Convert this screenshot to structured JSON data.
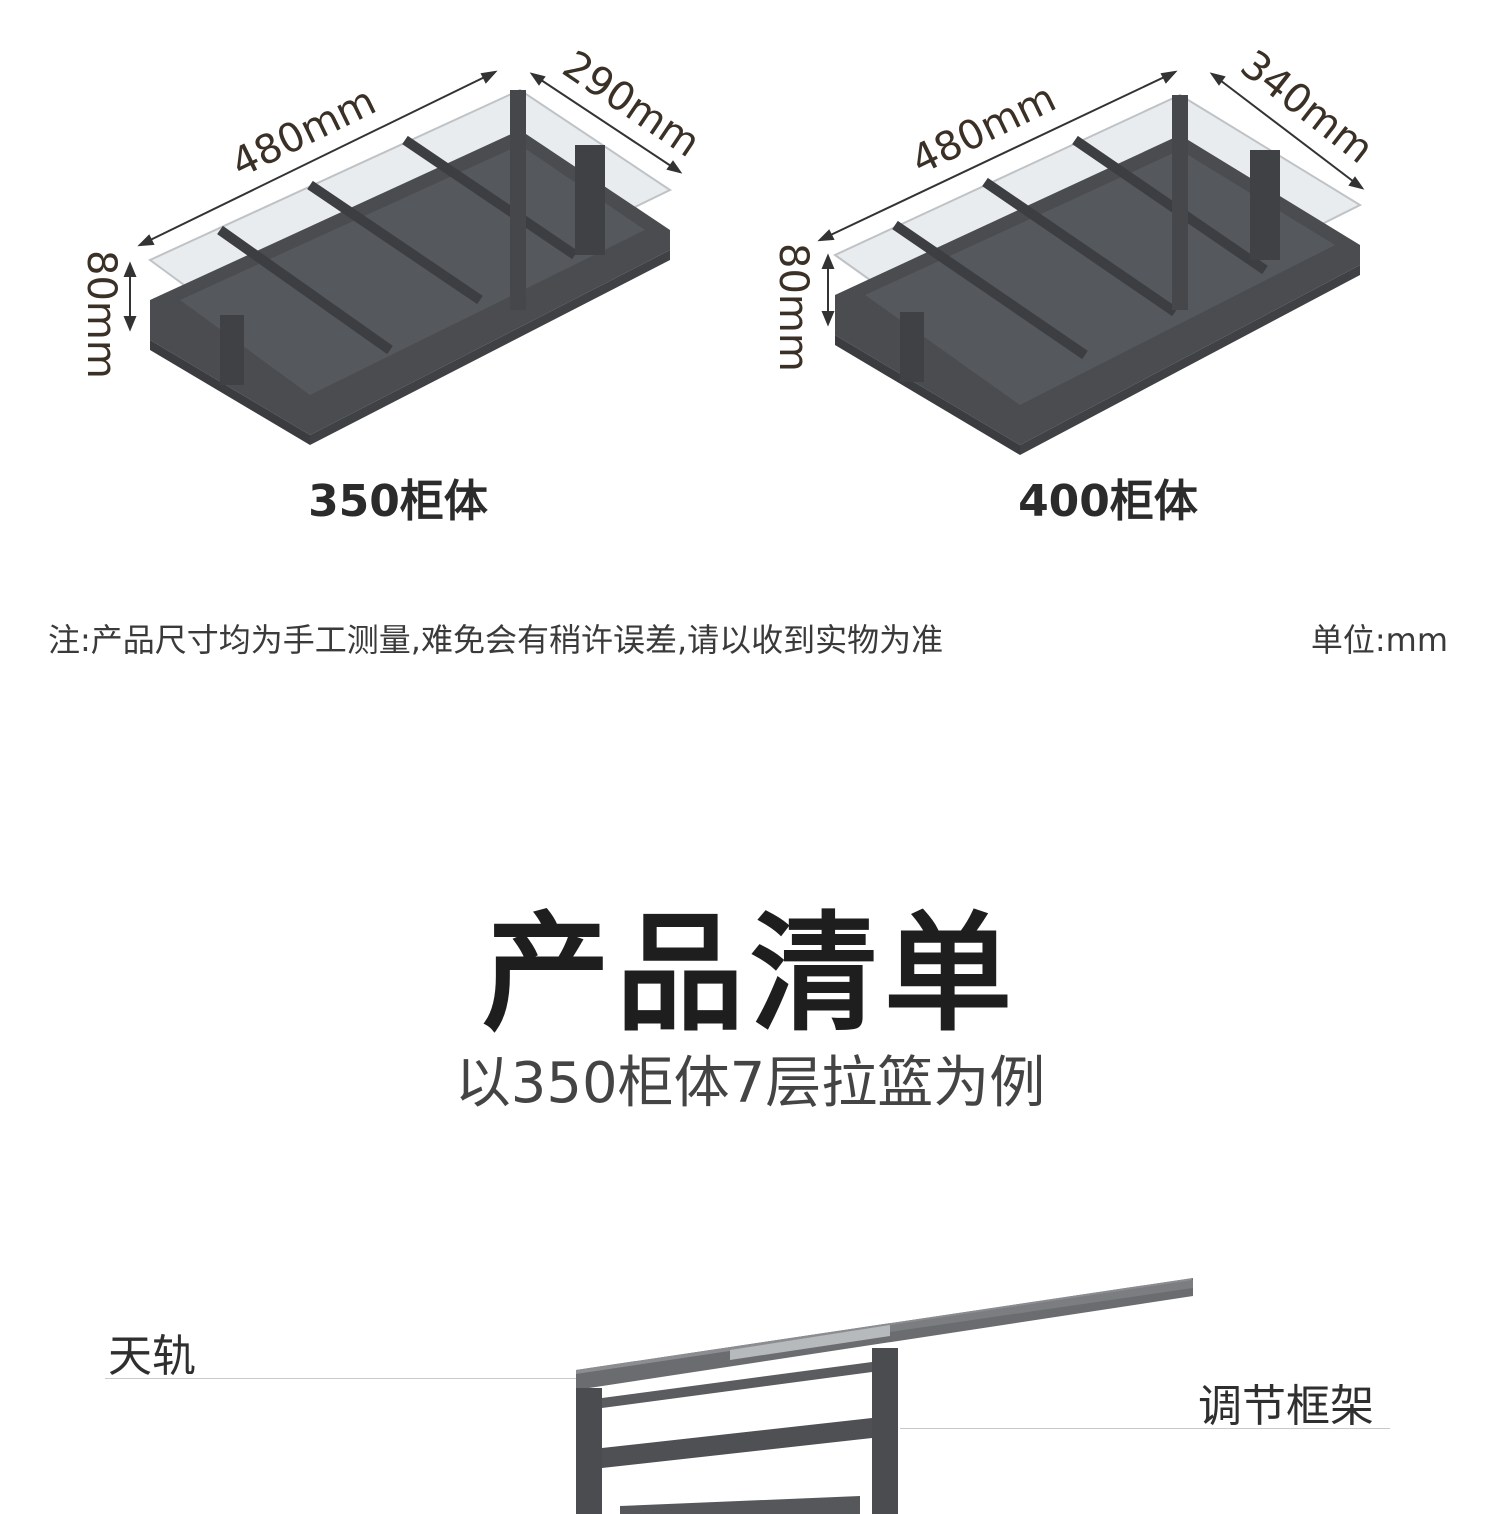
{
  "dimensions": {
    "left": {
      "length": "480mm",
      "depth": "290mm",
      "height": "80mm"
    },
    "right": {
      "length": "480mm",
      "depth": "340mm",
      "height": "80mm"
    }
  },
  "cabinets": {
    "left_label": "350柜体",
    "right_label": "400柜体"
  },
  "note": "注:产品尺寸均为手工测量,难免会有稍许误差,请以收到实物为准",
  "unit": "单位:mm",
  "section": {
    "title": "产品清单",
    "subtitle": "以350柜体7层拉篮为例"
  },
  "parts": {
    "top_rail": "天轨",
    "adjust_frame": "调节框架"
  },
  "colors": {
    "basket_dark": "#4a4c50",
    "basket_glass": "#e9ecee",
    "dimension_text": "#3a3026"
  }
}
